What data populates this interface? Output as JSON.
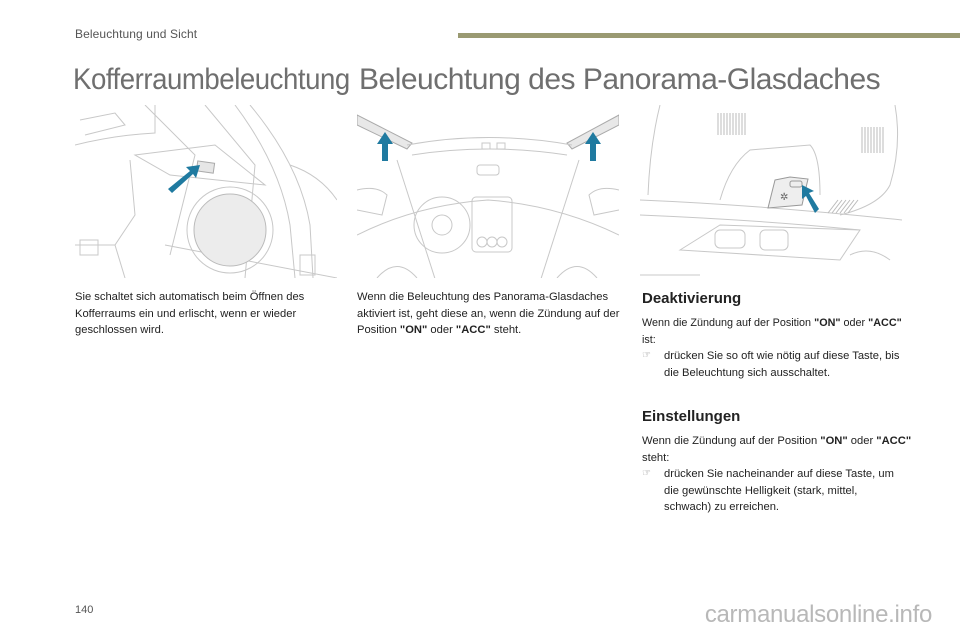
{
  "header": {
    "section_label": "Beleuchtung und Sicht",
    "bar_color": "#9a9a72"
  },
  "left_column": {
    "title": "Kofferraumbeleuchtung",
    "figure_alt": "Kofferraum-Innenansicht mit Leuchte und Pfeil",
    "text": "Sie schaltet sich automatisch beim Öffnen des Kofferraums ein und erlischt, wenn er wieder geschlossen wird."
  },
  "middle_column": {
    "title": "Beleuchtung des Panorama-Glasdaches",
    "figure_alt": "Fahrzeuginnenraum mit Leuchtleisten am Panorama-Glasdach",
    "text_part1": "Wenn die Beleuchtung des Panorama-Glasdaches aktiviert ist, geht diese an, wenn die Zündung auf der Position ",
    "on_label": "\"ON\"",
    "text_part2": " oder ",
    "acc_label": "\"ACC\"",
    "text_part3": " steht."
  },
  "right_column": {
    "figure_alt": "Dachkonsole mit Taste für Glasdachbeleuchtung",
    "deactivation": {
      "heading": "Deaktivierung",
      "intro_part1": "Wenn die Zündung auf der Position ",
      "on_label": "\"ON\"",
      "intro_part2": " oder ",
      "acc_label": "\"ACC\"",
      "intro_part3": " ist:",
      "bullet_icon": "pointing-hand-icon",
      "bullet_text": "drücken Sie so oft wie nötig auf diese Taste, bis die Beleuchtung sich ausschaltet."
    },
    "settings": {
      "heading": "Einstellungen",
      "intro_part1": "Wenn die Zündung auf der Position ",
      "on_label": "\"ON\"",
      "intro_part2": " oder ",
      "acc_label": "\"ACC\"",
      "intro_part3": " steht:",
      "bullet_icon": "pointing-hand-icon",
      "bullet_text": "drücken Sie nacheinander auf diese Taste, um die gewünschte Helligkeit (stark, mittel, schwach) zu erreichen."
    }
  },
  "footer": {
    "page_number": "140",
    "watermark": "carmanualsonline.info"
  },
  "colors": {
    "arrow_blue": "#1f7aa0",
    "title_gray": "#6f6f6f",
    "line_gray": "#c8c8c8"
  }
}
